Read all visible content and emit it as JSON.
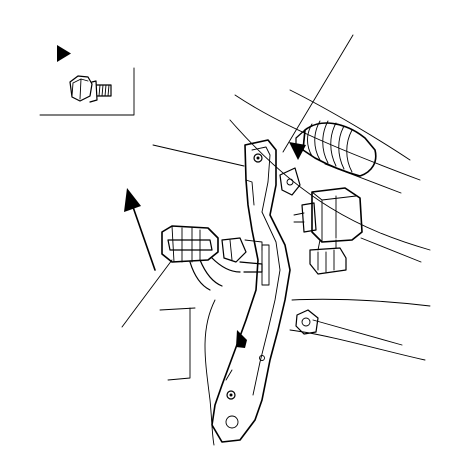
{
  "diagram": {
    "ink_color": "#000000",
    "background_color": "#ffffff",
    "legend": {
      "marker_icon": "solid-triangle-marker",
      "fastener_icon": "flange-bolt-icon"
    },
    "components": [
      "mounting-bracket",
      "bracket-upper-mount-bolt",
      "bracket-lower-mount-bolt",
      "corrugated-hose",
      "relay-module",
      "harness-connector",
      "harness-clip",
      "hose-clamp",
      "direction-arrow"
    ],
    "callout_leaders": 6
  }
}
